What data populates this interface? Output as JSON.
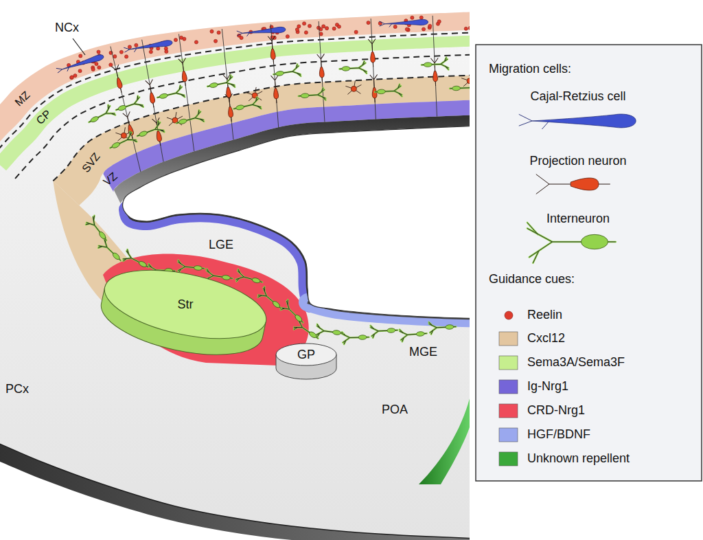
{
  "diagram": {
    "nodes": [
      {
        "text": [
          "Str"
        ]
      },
      {
        "text": [
          "GP"
        ]
      }
    ],
    "labels": [
      "NCx",
      "MZ",
      "CP",
      "SVZ",
      "VZ",
      "LGE",
      "MGE",
      "PCx",
      "POA",
      "Migration cells:",
      "Guidance cues:"
    ],
    "legend": [
      {
        "text": "Cajal-Retzius cell"
      },
      {
        "text": "Projection neuron"
      },
      {
        "text": "Interneuron"
      },
      {
        "text": "Reelin"
      },
      {
        "text": "Cxcl12",
        "color": "#e3c6a0"
      },
      {
        "text": "Sema3A/Sema3F",
        "color": "#c6ee8e"
      },
      {
        "text": "Ig-Nrg1",
        "color": "#7565d8"
      },
      {
        "text": "CRD-Nrg1",
        "color": "#ee4a5a"
      },
      {
        "text": "HGF/BDNF",
        "color": "#9aa8ee"
      },
      {
        "text": "Unknown repellent",
        "color": "#3aa83a"
      }
    ]
  }
}
